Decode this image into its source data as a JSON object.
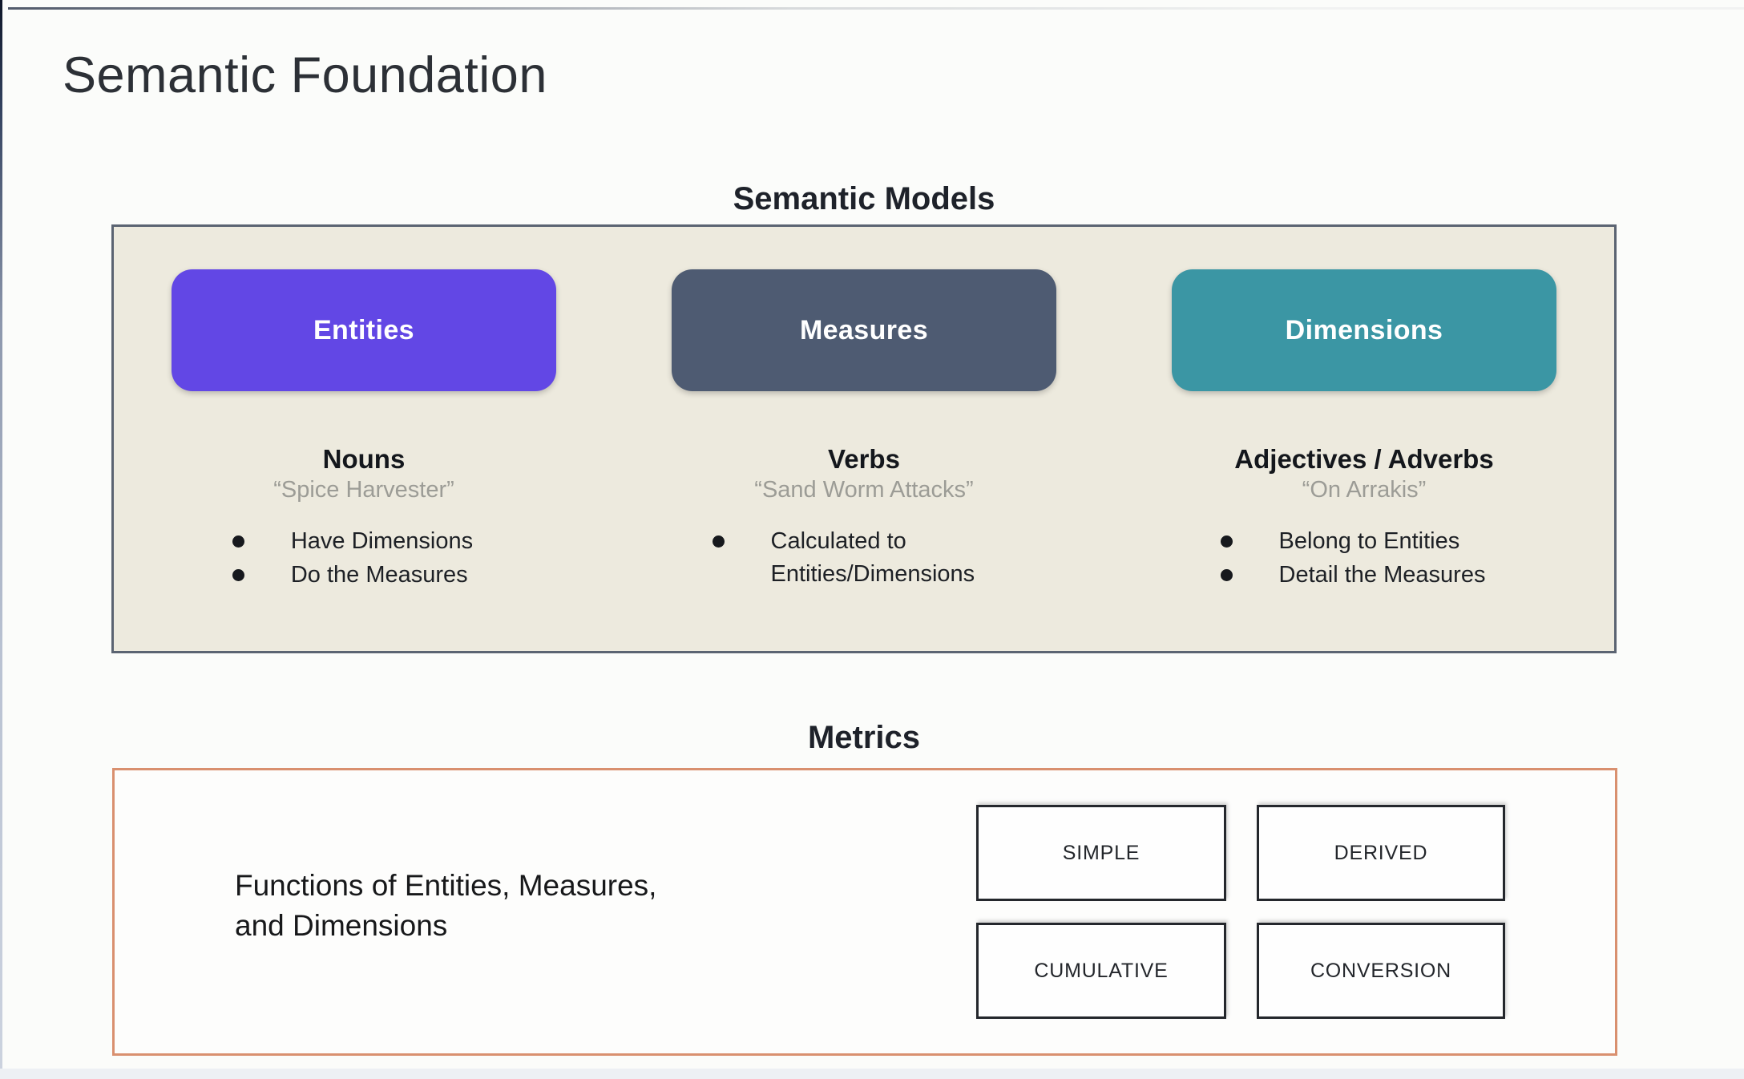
{
  "page": {
    "title": "Semantic Foundation"
  },
  "semantic_models": {
    "label": "Semantic Models",
    "columns": [
      {
        "button": "Entities",
        "heading": "Nouns",
        "quote": "“Spice Harvester”",
        "bullets": [
          "Have Dimensions",
          "Do the Measures"
        ]
      },
      {
        "button": "Measures",
        "heading": "Verbs",
        "quote": "“Sand Worm Attacks”",
        "bullets": [
          "Calculated to Entities/Dimensions"
        ]
      },
      {
        "button": "Dimensions",
        "heading": "Adjectives / Adverbs",
        "quote": "“On Arrakis”",
        "bullets": [
          "Belong to Entities",
          "Detail the Measures"
        ]
      }
    ]
  },
  "metrics": {
    "label": "Metrics",
    "description": "Functions of Entities, Measures,\nand Dimensions",
    "boxes": [
      "SIMPLE",
      "DERIVED",
      "CUMULATIVE",
      "CONVERSION"
    ]
  },
  "colors": {
    "entities": "#6247e5",
    "measures": "#4e5b72",
    "dimensions": "#3b96a4",
    "models_panel_bg": "#edeade",
    "models_panel_border": "#5b6472",
    "metrics_panel_border": "#d9906f",
    "quote_text": "#9c9c96"
  }
}
